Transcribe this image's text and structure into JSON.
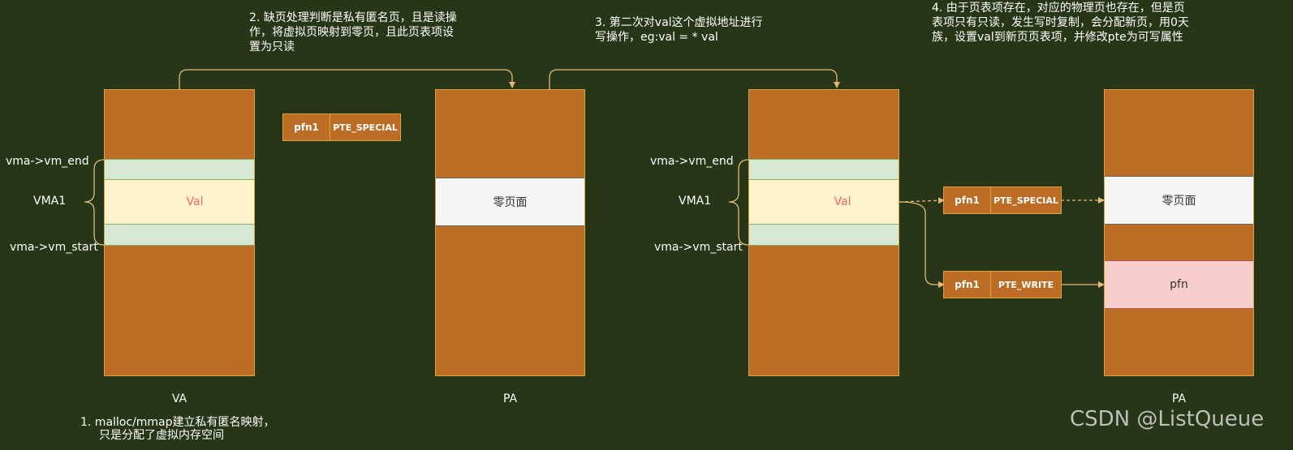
{
  "notes": {
    "step1_line1": "1. malloc/mmap建立私有匿名映射，",
    "step1_line2": "只是分配了虚拟内存空间",
    "step2": "2. 缺页处理判断是私有匿名页，且是读操作，将虚拟页映射到零页，且此页表项设置为只读",
    "step3": "3. 第二次对val这个虚拟地址进行写操作，eg:val = * val",
    "step4": "4. 由于页表项存在，对应的物理页也存在，但是页表项只有只读，发生写时复制，会分配新页，用0天族，设置val到新页页表项，并修改pte为可写属性"
  },
  "left_va": {
    "vm_end": "vma->vm_end",
    "vma": "VMA1",
    "vm_start": "vma->vm_start",
    "val": "Val",
    "caption": "VA"
  },
  "left_pte": {
    "pfn": "pfn1",
    "flag": "PTE_SPECIAL"
  },
  "left_pa": {
    "zero_page": "零页面",
    "caption": "PA"
  },
  "right_va": {
    "vm_end": "vma->vm_end",
    "vma": "VMA1",
    "vm_start": "vma->vm_start",
    "val": "Val"
  },
  "right_pte_special": {
    "pfn": "pfn1",
    "flag": "PTE_SPECIAL"
  },
  "right_pte_write": {
    "pfn": "pfn1",
    "flag": "PTE_WRITE"
  },
  "right_pa": {
    "zero_page": "零页面",
    "new_page": "pfn",
    "caption": "PA"
  },
  "watermark": "CSDN @ListQueue",
  "colors": {
    "background": "#283618",
    "block": "#bc6c25",
    "border": "#d9a441",
    "vma_pad": "#d5e8d4",
    "val": "#fff2cc",
    "val_text": "#ea6b66",
    "zero_page": "#f5f5f5",
    "new_page": "#f8cecc"
  }
}
